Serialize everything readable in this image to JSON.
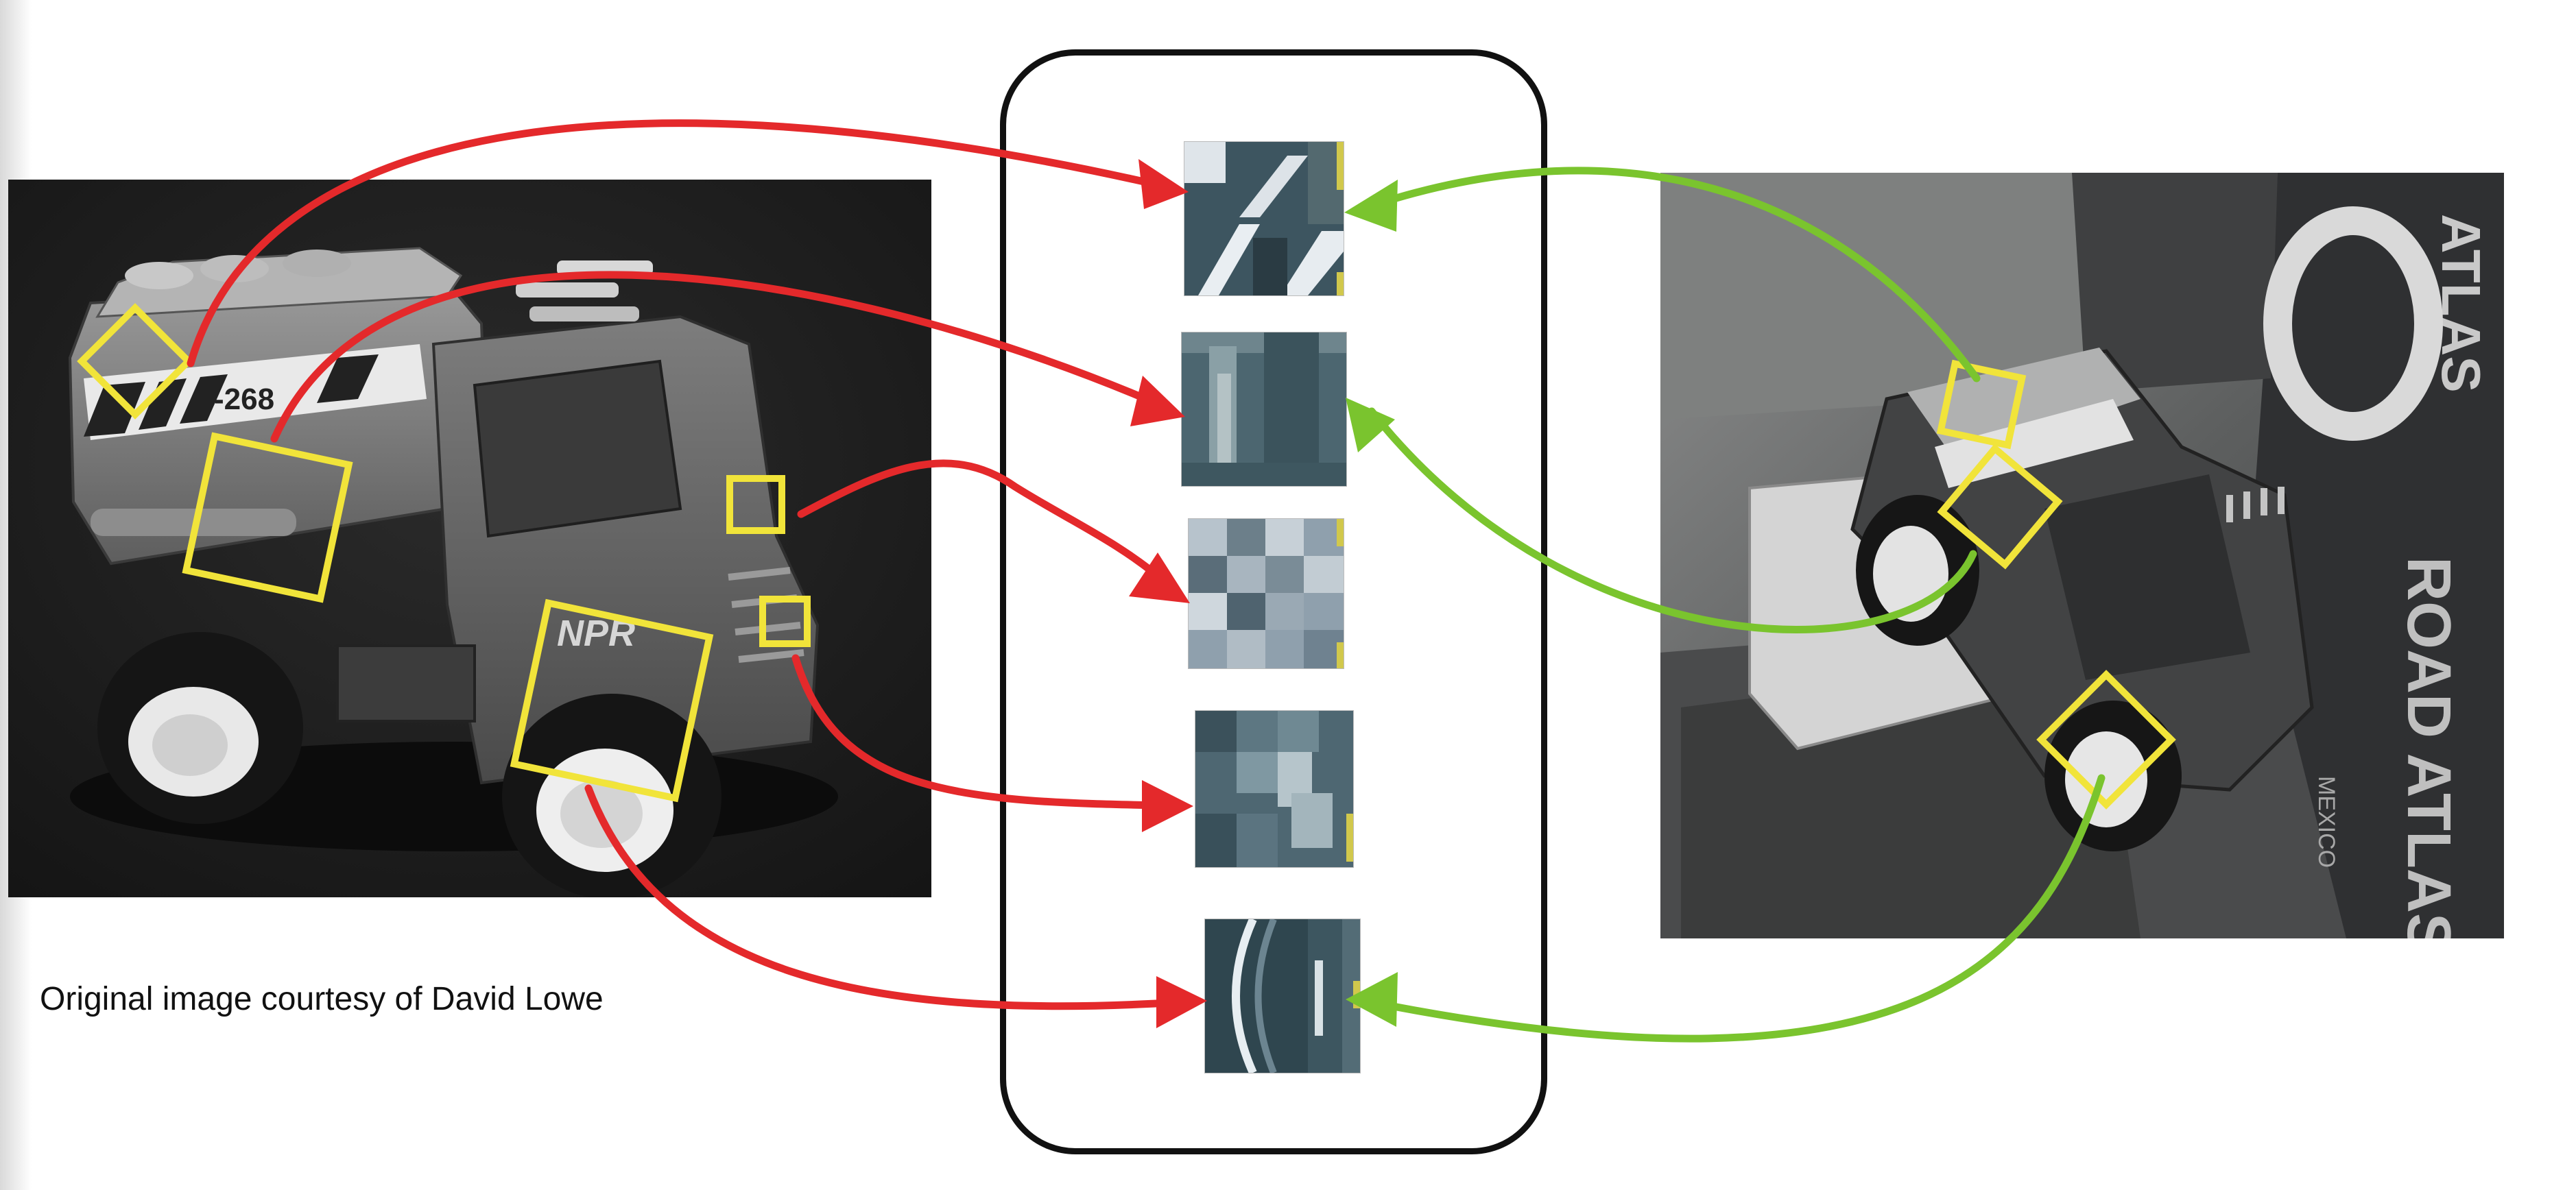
{
  "caption": "Original image courtesy of David Lowe",
  "colors": {
    "keypoint_box": "#f1e43a",
    "left_match_arrow": "#e4292b",
    "right_match_arrow": "#7ac42e",
    "center_frame": "#111111"
  },
  "left_image": {
    "description_visible_text": "-268"
  },
  "right_image": {
    "background_book_text": [
      "ATLAS",
      "ROAD ATLAS",
      "MEXICO"
    ]
  },
  "patches_count": 5
}
